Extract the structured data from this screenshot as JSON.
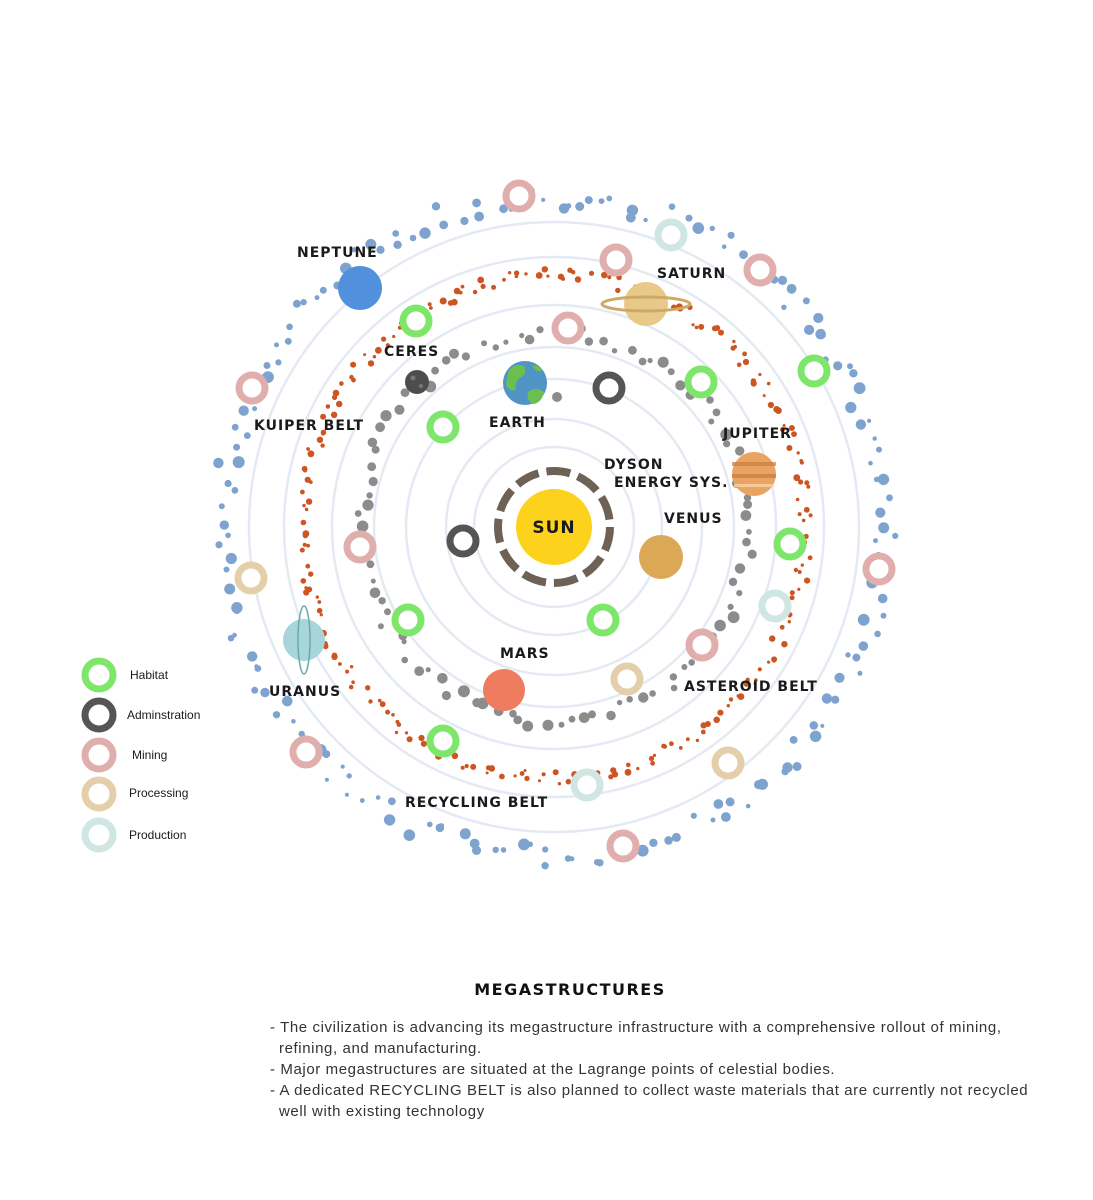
{
  "title": "MEGASTRUCTURES",
  "bodies": {
    "sun": "SUN",
    "dyson_line1": "DYSON",
    "dyson_line2": "ENERGY SYS.",
    "venus": "VENUS",
    "earth": "EARTH",
    "mars": "MARS",
    "ceres": "CERES",
    "asteroid_belt": "ASTEROID BELT",
    "jupiter": "JUPITER",
    "saturn": "SATURN",
    "recycling_belt": "RECYCLING BELT",
    "uranus": "URANUS",
    "neptune": "NEPTUNE",
    "kuiper_belt": "KUIPER BELT"
  },
  "legend": [
    {
      "label": "Habitat",
      "color": "#7ee66b"
    },
    {
      "label": "Adminstration",
      "color": "#555555"
    },
    {
      "label": "Mining",
      "color": "#e0aeac"
    },
    {
      "label": "Processing",
      "color": "#e4cfaa"
    },
    {
      "label": "Production",
      "color": "#cfe6e3"
    }
  ],
  "colors": {
    "sun": "#fdd21c",
    "venus": "#dba955",
    "earth_ocean": "#4f94c4",
    "earth_land": "#6bbf4f",
    "mars": "#f07c60",
    "ceres": "#4d4d4d",
    "jupiter": "#e9a462",
    "saturn": "#e8c98a",
    "uranus": "#a8d5da",
    "neptune": "#5090dd",
    "asteroid_belt": "#8c8c8c",
    "recycling_belt": "#cc5522",
    "kuiper_belt": "#7fa3cf",
    "orbit": "#e4eaf3"
  },
  "notes": [
    "- The civilization is advancing its megastructure infrastructure with a comprehensive rollout of mining, refining, and manufacturing.",
    "- Major megastructures are situated at the Lagrange points of celestial bodies.",
    "- A dedicated RECYCLING BELT is also planned to collect waste materials that are currently not recycled well with existing technology"
  ]
}
